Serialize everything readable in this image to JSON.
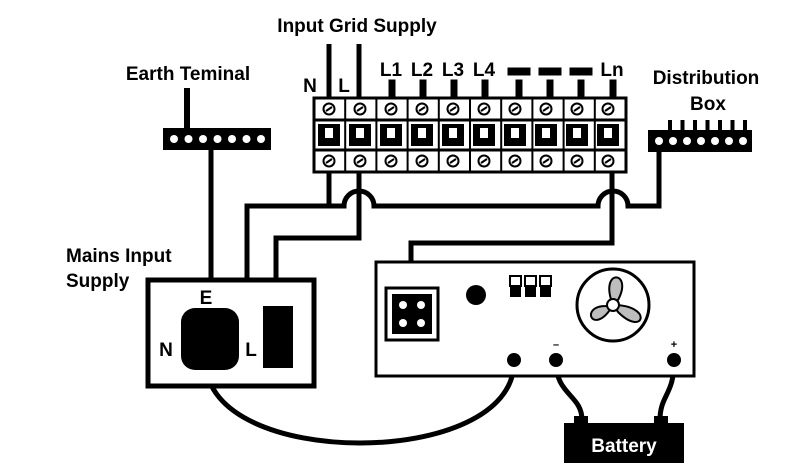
{
  "labels": {
    "title": "Input Grid Supply",
    "earth_terminal": "Earth Teminal",
    "distribution_box_line1": "Distribution",
    "distribution_box_line2": "Box",
    "mains_input_line1": "Mains Input",
    "mains_input_line2": "Supply",
    "battery": "Battery"
  },
  "breaker_labels": {
    "n": "N",
    "l": "L",
    "l1": "L1",
    "l2": "L2",
    "l3": "L3",
    "l4": "L4",
    "ln": "Ln"
  },
  "socket_labels": {
    "e": "E",
    "n": "N",
    "l": "L"
  },
  "battery_terminals": {
    "negative": "–",
    "positive": "+"
  },
  "colors": {
    "line": "#000000",
    "background": "#ffffff",
    "fan_grey": "#bdbdbd"
  }
}
